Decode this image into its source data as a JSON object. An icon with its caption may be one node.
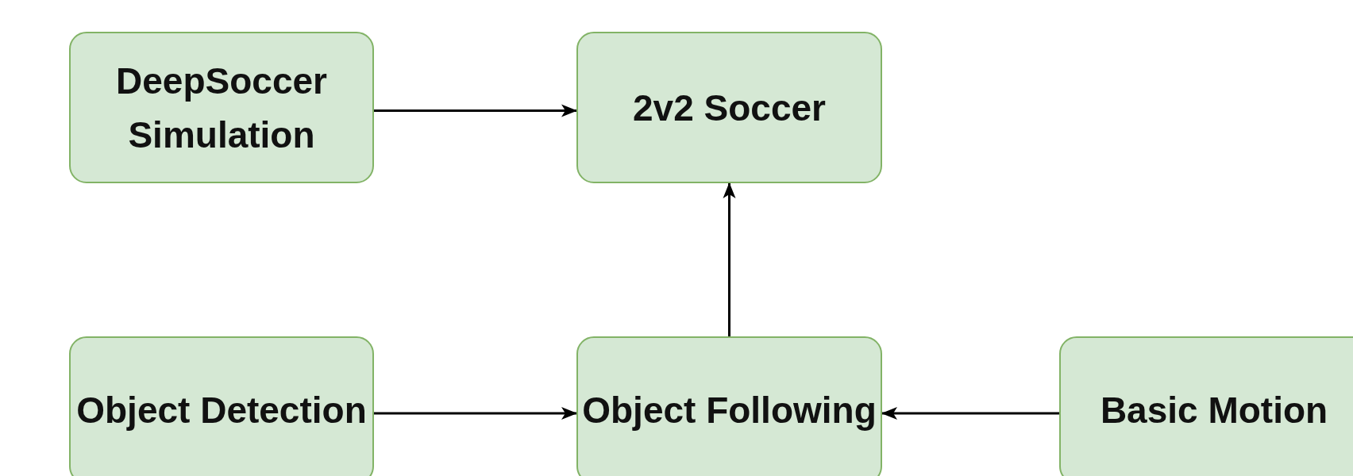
{
  "diagram": {
    "nodes": [
      {
        "text": [
          "DeepSoccer Simulation"
        ]
      },
      {
        "text": [
          "2v2 Soccer"
        ]
      },
      {
        "text": [
          "Object Detection"
        ]
      },
      {
        "text": [
          "Object Following"
        ]
      },
      {
        "text": [
          "Basic Motion"
        ]
      }
    ],
    "edges": [
      {
        "from": 0,
        "to": 1,
        "arrow": "to"
      },
      {
        "from": 3,
        "to": 1,
        "arrow": "to"
      },
      {
        "from": 2,
        "to": 3,
        "arrow": "to"
      },
      {
        "from": 4,
        "to": 3,
        "arrow": "to"
      }
    ]
  }
}
